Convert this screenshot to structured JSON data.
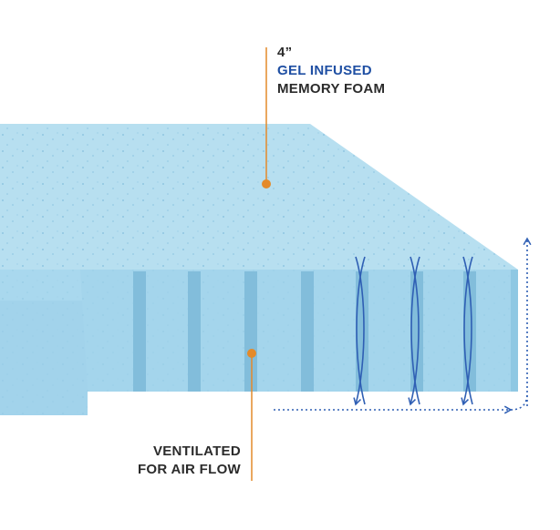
{
  "callouts": {
    "top": {
      "thickness": "4”",
      "highlight": "GEL INFUSED",
      "material": "MEMORY FOAM"
    },
    "bottom": {
      "line1": "VENTILATED",
      "line2": "FOR AIR FLOW"
    }
  },
  "colors": {
    "foam_top": "#b7dff0",
    "foam_front": "#a4d5ec",
    "foam_groove": "#82bddb",
    "callout_line": "#e48a2a",
    "airflow_arrow": "#2f5fb4",
    "text_dark": "#2b2b2b",
    "text_blue": "#1f4fa3"
  },
  "icons": [
    "airflow-arrow-icon",
    "callout-dot-icon"
  ]
}
